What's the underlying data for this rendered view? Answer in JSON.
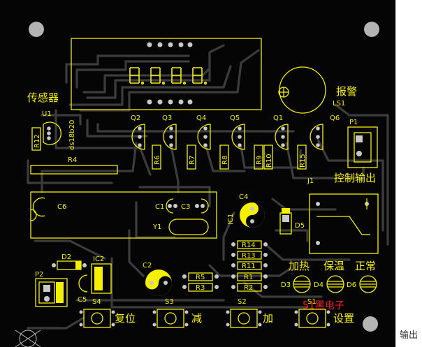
{
  "colors": {
    "board": "#050505",
    "silkscreen": "#f5f000",
    "trace": "#3c3c3c",
    "pad": "#c8c8c8",
    "watermark": "#ff2020",
    "outside": "#ffffff"
  },
  "groups": {
    "sensor": "传感器",
    "alarm": "报警",
    "control_output": "控制输出",
    "heating": "加热",
    "insulation": "保温",
    "normal": "正常",
    "reset": "复位",
    "minus": "减",
    "plus": "加",
    "setting": "设置"
  },
  "watermark": "51黑电子",
  "edge_text": "输出",
  "labels": {
    "u1": "U1",
    "r12": "R12",
    "ds18b20": "ds18b20",
    "r4": "R4",
    "q2": "Q2",
    "q3": "Q3",
    "q4": "Q4",
    "q5": "Q5",
    "q1": "Q1",
    "q6": "Q6",
    "r6": "R6",
    "r7": "R7",
    "r8": "R8",
    "r9": "R9",
    "r10": "R10",
    "r15": "R15",
    "ls1": "LS1",
    "p1": "P1",
    "j1": "J1",
    "c6": "C6",
    "c1": "C1",
    "c3": "C3",
    "y1": "Y1",
    "ic1": "IC1",
    "c4": "C4",
    "d5": "D5",
    "r14": "R14",
    "r13": "R13",
    "r11": "R11",
    "r1": "R1",
    "r2": "R2",
    "r5": "R5",
    "r3": "R3",
    "d2": "D2",
    "ic2": "IC2",
    "p2": "P2",
    "c5": "C5",
    "c2": "C2",
    "d3": "D3",
    "d4": "D4",
    "d6": "D6",
    "s4": "S4",
    "s3": "S3",
    "s2": "S2",
    "s1": "S1"
  }
}
